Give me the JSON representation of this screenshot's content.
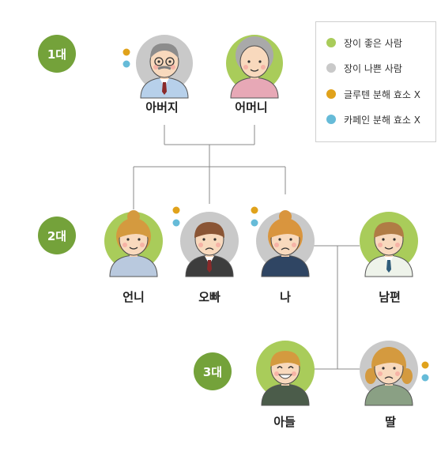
{
  "generations": [
    {
      "label": "1대"
    },
    {
      "label": "2대"
    },
    {
      "label": "3대"
    }
  ],
  "members": [
    {
      "label": "아버지",
      "gut": "bad",
      "markers": [
        "gluten",
        "caffeine"
      ]
    },
    {
      "label": "어머니",
      "gut": "good",
      "markers": []
    },
    {
      "label": "언니",
      "gut": "good",
      "markers": []
    },
    {
      "label": "오빠",
      "gut": "bad",
      "markers": [
        "gluten",
        "caffeine"
      ]
    },
    {
      "label": "나",
      "gut": "bad",
      "markers": [
        "gluten",
        "caffeine"
      ]
    },
    {
      "label": "남편",
      "gut": "good",
      "markers": []
    },
    {
      "label": "아들",
      "gut": "good",
      "markers": []
    },
    {
      "label": "딸",
      "gut": "bad",
      "markers": [
        "gluten",
        "caffeine"
      ]
    }
  ],
  "legend": {
    "good_gut": {
      "label": "장이 좋은 사람",
      "color": "#a9cc5a"
    },
    "bad_gut": {
      "label": "장이 나쁜 사람",
      "color": "#c9c9c9"
    },
    "gluten": {
      "label": "글루텐 분해 효소 X",
      "color": "#e0a21b"
    },
    "caffeine": {
      "label": "카페인 분해 효소 X",
      "color": "#66bbd8"
    }
  },
  "colors": {
    "generation_badge": "#74a23a",
    "connector": "#888888"
  }
}
